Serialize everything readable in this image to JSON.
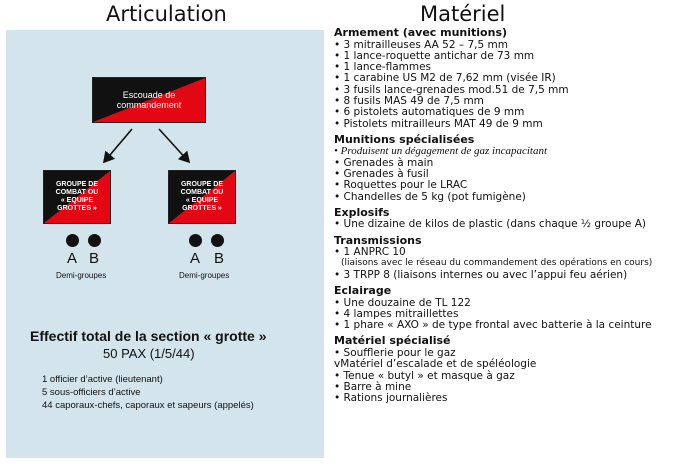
{
  "left": {
    "title": "Articulation",
    "command_box": [
      "Escouade de",
      "commandement"
    ],
    "groups": [
      {
        "label": [
          "GROUPE DE",
          "COMBAT OU",
          "« EQUIPE",
          "GROTTES »"
        ],
        "sub": [
          "A",
          "B"
        ],
        "caption": "Demi-groupes"
      },
      {
        "label": [
          "GROUPE DE",
          "COMBAT OU",
          "« EQUIPE",
          "GROTTES »"
        ],
        "sub": [
          "A",
          "B"
        ],
        "caption": "Demi-groupes"
      }
    ],
    "effectif_title": "Effectif total de la section « grotte »",
    "effectif_count": "50 PAX (1/5/44)",
    "composition": [
      "1 officier d’active (lieutenant)",
      "5 sous-officiers d’active",
      "44 caporaux-chefs, caporaux et sapeurs (appelés)"
    ],
    "colors": {
      "panel": "#d3e4ed",
      "red": "#e30613",
      "black": "#111111"
    }
  },
  "right": {
    "title": "Matériel",
    "sections": [
      {
        "heading": "Armement (avec munitions)",
        "items": [
          {
            "text": "3 mitrailleuses AA 52 – 7,5 mm"
          },
          {
            "text": "1 lance-roquette antichar de 73 mm"
          },
          {
            "text": "1 lance-flammes"
          },
          {
            "text": "1 carabine US M2 de 7,62 mm (visée IR)"
          },
          {
            "text": "3 fusils lance-grenades mod.51 de 7,5 mm"
          },
          {
            "text": "8 fusils MAS 49 de 7,5 mm"
          },
          {
            "text": "6 pistolets automatiques de 9 mm"
          },
          {
            "text": "Pistolets mitrailleurs MAT 49 de 9 mm"
          }
        ]
      },
      {
        "heading": "Munitions spécialisées",
        "items": [
          {
            "text": "Produisent un dégagement de gaz incapacitant",
            "style": "it"
          },
          {
            "text": "Grenades à main"
          },
          {
            "text": "Grenades à fusil"
          },
          {
            "text": "Roquettes pour le LRAC"
          },
          {
            "text": "Chandelles de 5 kg (pot fumigène)"
          }
        ]
      },
      {
        "heading": "Explosifs",
        "items": [
          {
            "text": "Une dizaine de kilos de plastic (dans chaque ½ groupe A)"
          }
        ]
      },
      {
        "heading": "Transmissions",
        "items": [
          {
            "text": "1 ANPRC 10"
          },
          {
            "text": "(liaisons avec le réseau du commandement des opérations en cours)",
            "style": "note"
          },
          {
            "text": "3 TRPP 8 (liaisons internes ou avec l’appui feu aérien)"
          }
        ]
      },
      {
        "heading": "Eclairage",
        "items": [
          {
            "text": "Une douzaine de TL 122"
          },
          {
            "text": "4 lampes mitraillettes"
          },
          {
            "text": "1 phare « AXO » de type frontal avec batterie à la ceinture"
          }
        ]
      },
      {
        "heading": "Matériel spécialisé",
        "items": [
          {
            "text": "Soufflerie pour le gaz"
          },
          {
            "text": "vMatériel d’escalade et de spéléologie",
            "style": "plain"
          },
          {
            "text": "Tenue « butyl » et masque à gaz"
          },
          {
            "text": "Barre à mine"
          },
          {
            "text": "Rations journalières"
          }
        ]
      }
    ]
  }
}
